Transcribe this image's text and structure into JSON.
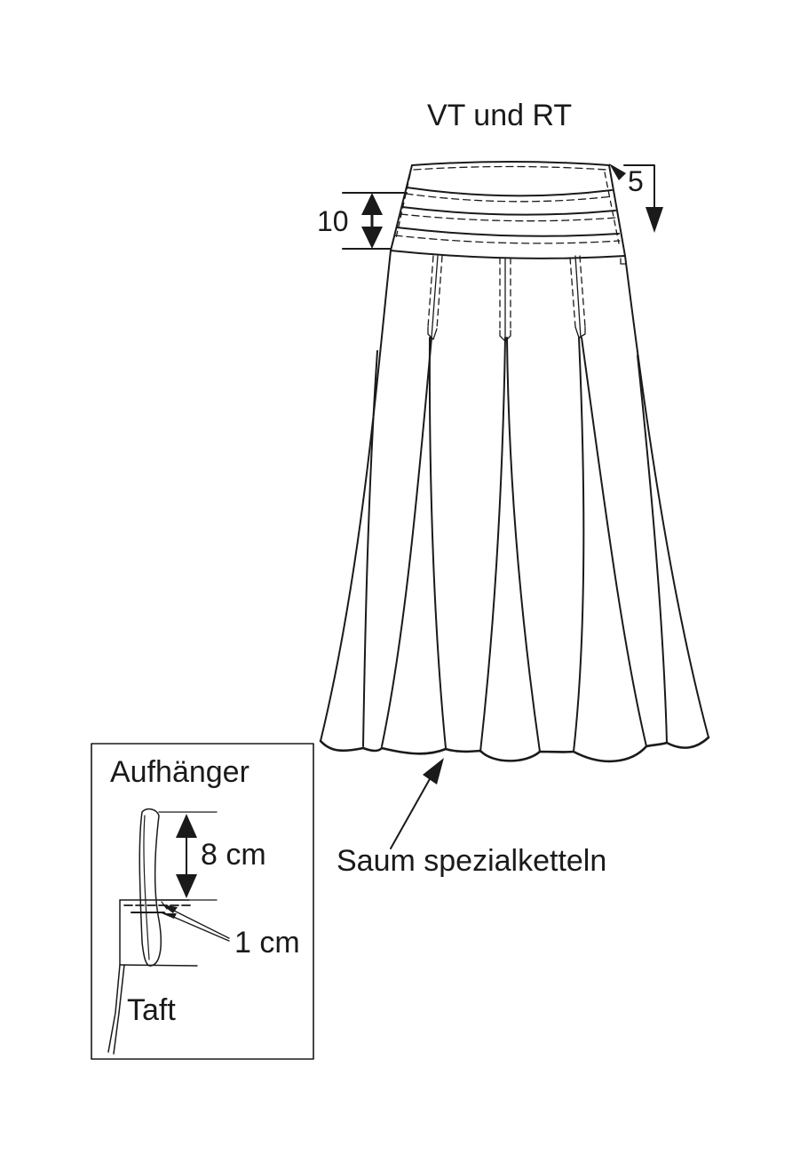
{
  "labels": {
    "title": "VT und RT",
    "dim_five": "5",
    "dim_ten": "10",
    "hem_note": "Saum spezialketteln",
    "inset_title": "Aufhänger",
    "inset_dim_8": "8 cm",
    "inset_dim_1": "1 cm",
    "inset_material": "Taft"
  },
  "colors": {
    "line": "#1a1a1a",
    "background": "#ffffff"
  }
}
